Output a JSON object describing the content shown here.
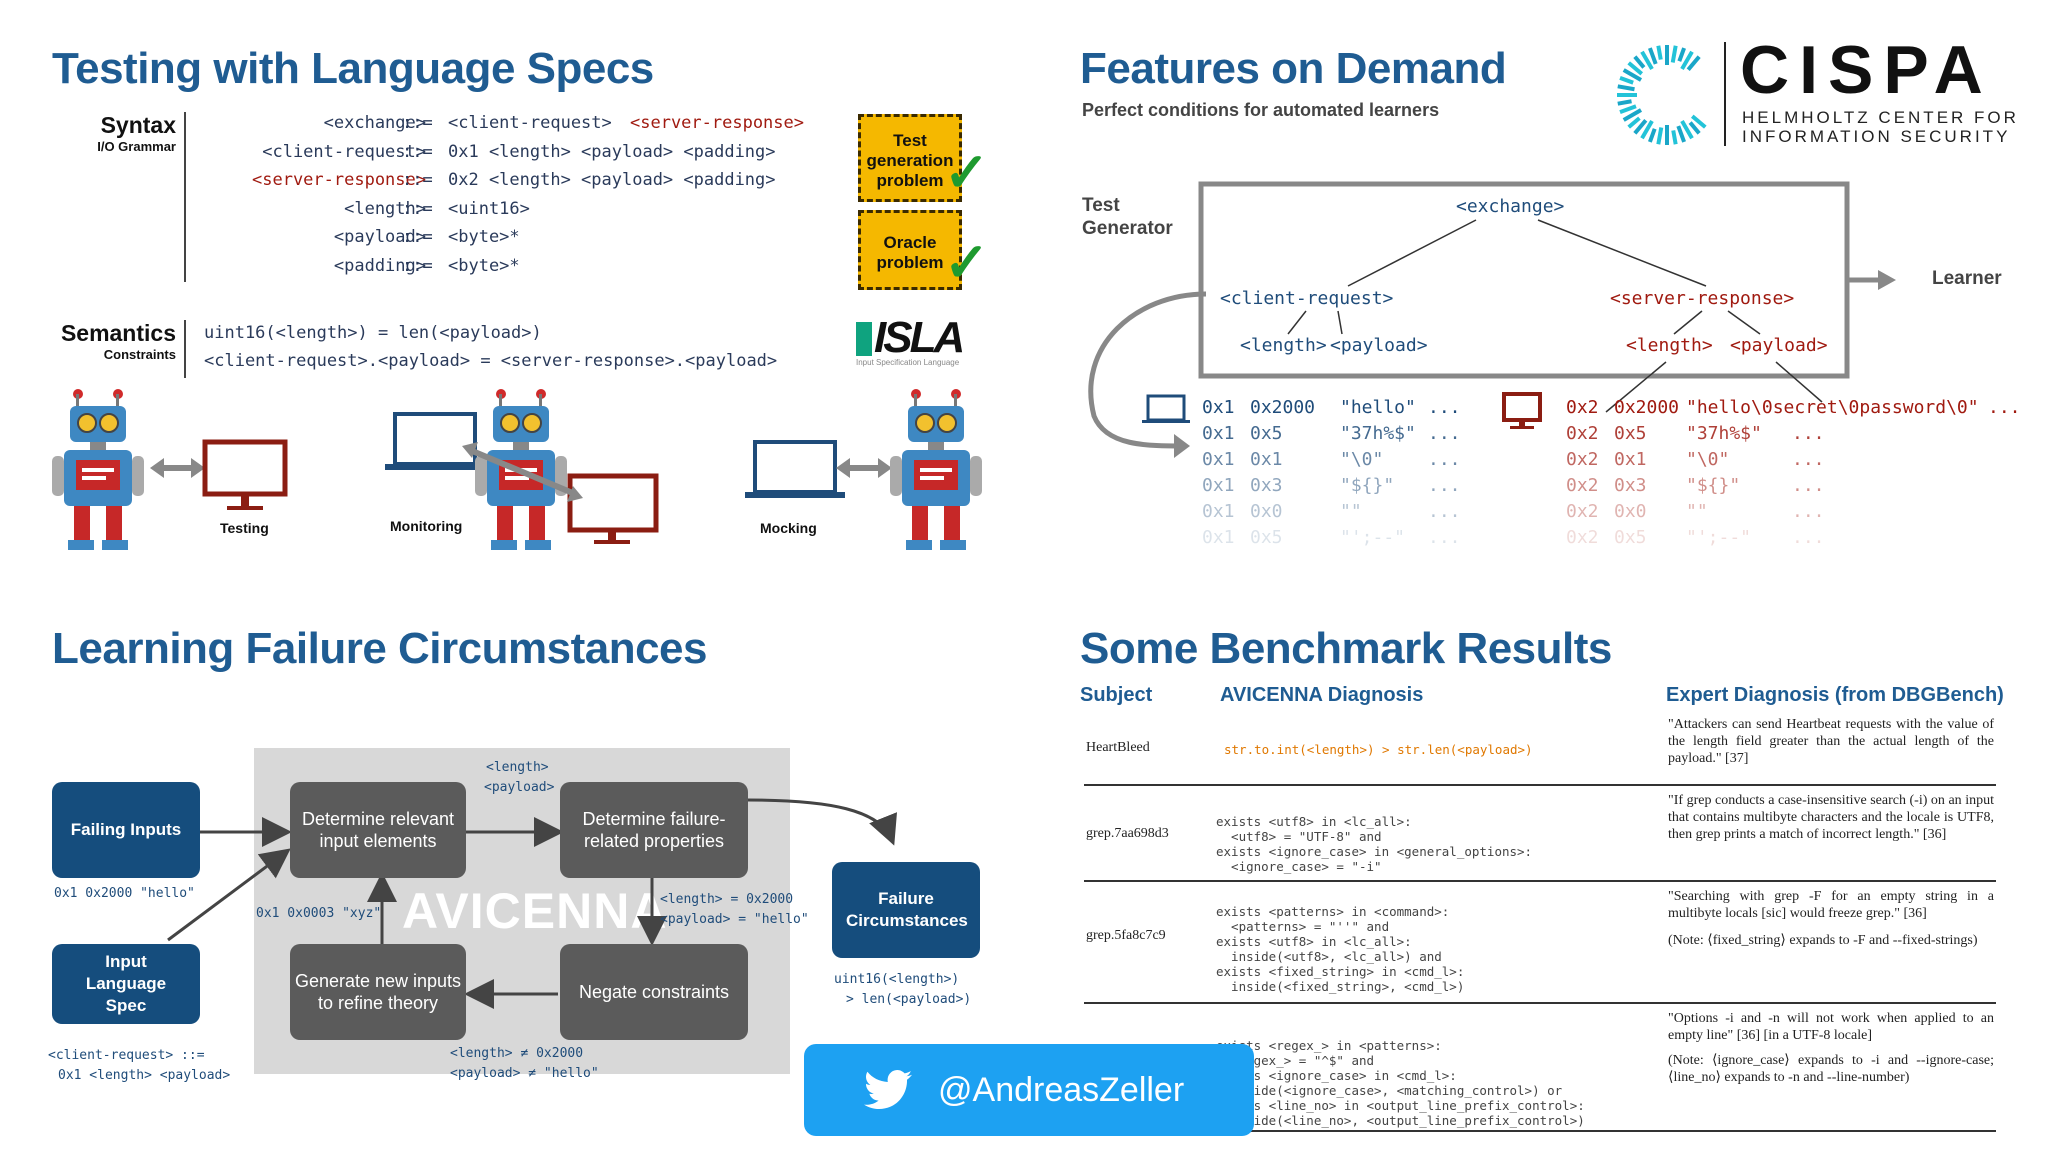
{
  "q1": {
    "title": "Testing with Language Specs",
    "syntax_label": "Syntax",
    "syntax_sub": "I/O Grammar",
    "semantics_label": "Semantics",
    "semantics_sub": "Constraints",
    "grammar": [
      {
        "lhs": "<exchange>",
        "rhs": "<client-request> ",
        "rhs2": "<server-response>"
      },
      {
        "lhs": "<client-request>",
        "rhs": "0x1 <length> <payload> <padding>",
        "rhs2": ""
      },
      {
        "lhs": "<server-response>",
        "rhs": "0x2 <length> <payload> <padding>",
        "rhs2": ""
      },
      {
        "lhs": "<length>",
        "rhs": "<uint16>",
        "rhs2": ""
      },
      {
        "lhs": "<payload>",
        "rhs": "<byte>*",
        "rhs2": ""
      },
      {
        "lhs": "<padding>",
        "rhs": "<byte>*",
        "rhs2": ""
      }
    ],
    "assign": "::=",
    "constraint1": "uint16(<length>) = len(<payload>)",
    "constraint2": "<client-request>.<payload> = <server-response>.<payload>",
    "box1": "Test generation problem",
    "box2": "Oracle problem",
    "isla_logo": "ISLA",
    "isla_tagline": "Input Specification Language",
    "testing_label": "Testing",
    "monitoring_label": "Monitoring",
    "mocking_label": "Mocking"
  },
  "q2": {
    "title": "Features on Demand",
    "subtitle": "Perfect conditions for automated learners",
    "test_generator": "Test Generator",
    "learner": "Learner",
    "node_exchange": "<exchange>",
    "node_client": "<client-request>",
    "node_server": "<server-response>",
    "node_c_len": "<length>",
    "node_c_pay": "<payload>",
    "node_s_len": "<length>",
    "node_s_pay": "<payload>",
    "client_rows": [
      {
        "a": "0x1",
        "b": "0x2000",
        "c": "\"hello\"",
        "d": "..."
      },
      {
        "a": "0x1",
        "b": "0x5",
        "c": "\"37h%$\"",
        "d": "..."
      },
      {
        "a": "0x1",
        "b": "0x1",
        "c": "\"\\0\"",
        "d": "..."
      },
      {
        "a": "0x1",
        "b": "0x3",
        "c": "\"${}\"",
        "d": "..."
      },
      {
        "a": "0x1",
        "b": "0x0",
        "c": "\"\"",
        "d": "..."
      },
      {
        "a": "0x1",
        "b": "0x5",
        "c": "\"';--\"",
        "d": "..."
      }
    ],
    "server_rows": [
      {
        "a": "0x2",
        "b": "0x2000",
        "c": "\"hello\\0secret\\0password\\0\"",
        "d": "..."
      },
      {
        "a": "0x2",
        "b": "0x5",
        "c": "\"37h%$\"",
        "d": "..."
      },
      {
        "a": "0x2",
        "b": "0x1",
        "c": "\"\\0\"",
        "d": "..."
      },
      {
        "a": "0x2",
        "b": "0x3",
        "c": "\"${}\"",
        "d": "..."
      },
      {
        "a": "0x2",
        "b": "0x0",
        "c": "\"\"",
        "d": "..."
      },
      {
        "a": "0x2",
        "b": "0x5",
        "c": "\"';--\"",
        "d": "..."
      }
    ]
  },
  "cispa": {
    "name": "CISPA",
    "line1": "HELMHOLTZ CENTER FOR",
    "line2": "INFORMATION SECURITY"
  },
  "q3": {
    "title": "Learning Failure Circumstances",
    "failing_inputs": "Failing Inputs",
    "input_spec": "Input Language Spec",
    "determine_relevant": "Determine relevant input elements",
    "determine_failure": "Determine failure-related properties",
    "generate_new": "Generate new inputs to refine theory",
    "negate": "Negate constraints",
    "failure_circ": "Failure Circumstances",
    "avicenna": "AVICENNA",
    "code_failing": "0x1 0x2000 \"hello\"",
    "code_spec1": "<client-request> ::=",
    "code_spec2": "0x1 <length> <payload>",
    "code_top1": "<length>",
    "code_top2": "<payload>",
    "code_xyz": "0x1 0x0003 \"xyz\"",
    "code_mid1": "<length> = 0x2000",
    "code_mid2": "<payload> = \"hello\"",
    "code_bot1": "<length> ≠ 0x2000",
    "code_bot2": "<payload> ≠ \"hello\"",
    "code_fc1": "uint16(<length>)",
    "code_fc2": "> len(<payload>)"
  },
  "q4": {
    "title": "Some Benchmark Results",
    "col_subject": "Subject",
    "col_avicenna": "AVICENNA Diagnosis",
    "col_expert": "Expert Diagnosis (from DBGBench)",
    "rows": [
      {
        "subject": "HeartBleed",
        "code": "str.to.int(<length>) > str.len(<payload>)",
        "expert": "\"Attackers can send Heartbeat requests with the value of the length field greater than the actual length of the payload.\" [37]"
      },
      {
        "subject": "grep.7aa698d3",
        "code": "exists <utf8> in <lc_all>:\n  <utf8> = \"UTF-8\" and\nexists <ignore_case> in <general_options>:\n  <ignore_case> = \"-i\"",
        "expert": "\"If grep conducts a case-insensitive search (-i) on an input that contains multibyte characters and the locale is UTF8, then grep prints a match of incorrect length.\" [36]"
      },
      {
        "subject": "grep.5fa8c7c9",
        "code": "exists <patterns> in <command>:\n  <patterns> = \"''\" and\nexists <utf8> in <lc_all>:\n  inside(<utf8>, <lc_all>) and\nexists <fixed_string> in <cmd_l>:\n  inside(<fixed_string>, <cmd_l>)",
        "expert": "\"Searching with grep -F for an empty string in a multibyte locals [sic] would freeze grep.\" [36]",
        "expert2": "(Note: ⟨fixed_string⟩ expands to -F and --fixed-strings)"
      },
      {
        "subject": "",
        "code": "exists <regex_> in <patterns>:\n  <regex_> = \"^$\" and\nexists <ignore_case> in <cmd_l>:\n  inside(<ignore_case>, <matching_control>) or\nexists <line_no> in <output_line_prefix_control>:\n  inside(<line_no>, <output_line_prefix_control>)",
        "expert": "\"Options -i and -n will not work when applied to an empty line\" [36] [in a UTF-8 locale]",
        "expert2": "(Note: ⟨ignore_case⟩ expands to -i and --ignore-case; ⟨line_no⟩ expands to -n and --line-number)"
      }
    ]
  },
  "twitter": {
    "handle": "@AndreasZeller"
  },
  "colors": {
    "title_blue": "#1f5c92",
    "navy": "#154d7d",
    "dark_red": "#a01a10",
    "yellow": "#f5b800",
    "green": "#1e9a2f",
    "twitter": "#1da1f2"
  }
}
